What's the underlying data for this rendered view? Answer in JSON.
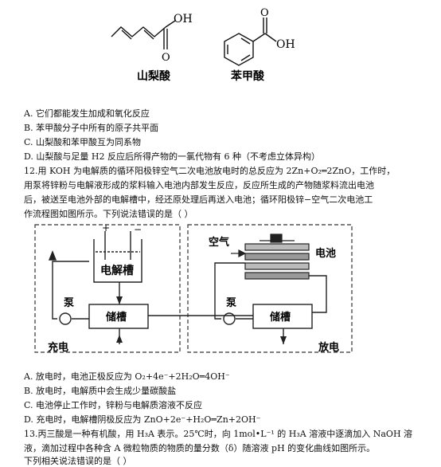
{
  "structures": {
    "sorbic_oh": "OH",
    "sorbic_o": "O",
    "sorbic_name": "山梨酸",
    "benzoic_oh": "OH",
    "benzoic_o": "O",
    "benzoic_name": "苯甲酸"
  },
  "q11_options": [
    "A.  它们都能发生加成和氧化反应",
    "B.  苯甲酸分子中所有的原子共平面",
    "C.  山梨酸和苯甲酸互为同系物",
    "D.  山梨酸与足量 H2 反应后所得产物的一氯代物有 6 种（不考虑立体异构）"
  ],
  "q12": {
    "lines": [
      "12.用 KOH 为电解质的循环阳极锌空气二次电池放电时的总反应为 2Zn+O₂═2ZnO，工作时，",
      "用泵将锌粉与电解液形成的浆料输入电池内部发生反应，反应所生成的产物随浆料流出电池",
      "后，被送至电池外部的电解槽中，经还原处理后再送入电池；循环阳极锌−空气二次电池工",
      "作流程图如图所示。下列说法错误的是（     ）"
    ]
  },
  "diagram": {
    "plus": "+",
    "minus": "−",
    "electrolysis_tank": "电解槽",
    "pump_left": "泵",
    "storage_left": "储槽",
    "charge": "充电",
    "air": "空气",
    "battery": "电池",
    "pump_right": "泵",
    "storage_right": "储槽",
    "discharge": "放电"
  },
  "q12_options": [
    "A.    放电时，电池正极反应为 O₂+4e⁻+2H₂O═4OH⁻",
    "B.    放电时，电解质中会生成少量碳酸盐",
    "C.    电池停止工作时，锌粉与电解质溶液不反应",
    "D.    充电时，电解槽阴极反应为 ZnO+2e⁻+H₂O═Zn+2OH⁻"
  ],
  "q13": {
    "lines": [
      "13.丙三酸是一种有机酸，用 H₃A 表示。25℃时，向 1mol•L⁻¹ 的 H₃A 溶液中逐滴加入 NaOH 溶",
      "液，滴加过程中各种含 A 微粒物质的物质的量分数（δ）随溶液 pH 的变化曲线如图所示。",
      "下列相关说法错误的是（     ）"
    ]
  }
}
